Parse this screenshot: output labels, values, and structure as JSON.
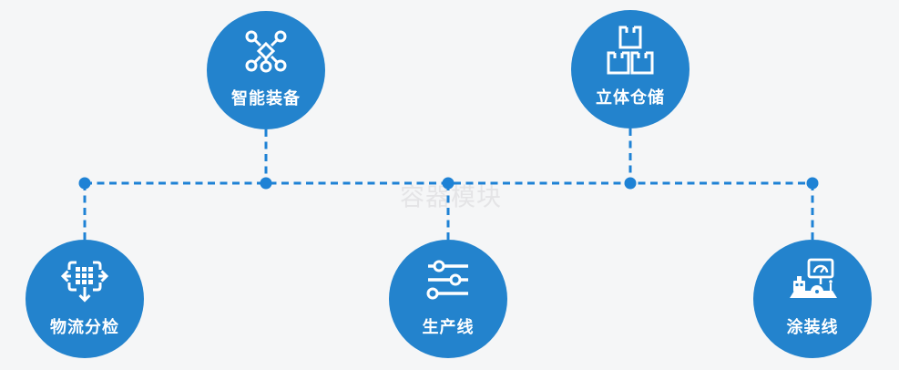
{
  "watermark": {
    "text": "容器模块"
  },
  "colors": {
    "bg": "#f5f6f7",
    "node": "#2383cd",
    "line": "#1e82d5",
    "icon": "#ffffff",
    "label": "#ffffff",
    "watermark": "#e4e4e6"
  },
  "nodes": [
    {
      "id": "smart-equipment",
      "label": "智能装备",
      "icon": "network-nodes-icon",
      "row": "top"
    },
    {
      "id": "warehouse",
      "label": "立体仓储",
      "icon": "stacked-boxes-icon",
      "row": "top"
    },
    {
      "id": "logistics-sorting",
      "label": "物流分检",
      "icon": "sorting-arrows-icon",
      "row": "bottom"
    },
    {
      "id": "production-line",
      "label": "生产线",
      "icon": "sliders-icon",
      "row": "bottom"
    },
    {
      "id": "painting-line",
      "label": "涂装线",
      "icon": "machine-monitor-icon",
      "row": "bottom"
    }
  ]
}
